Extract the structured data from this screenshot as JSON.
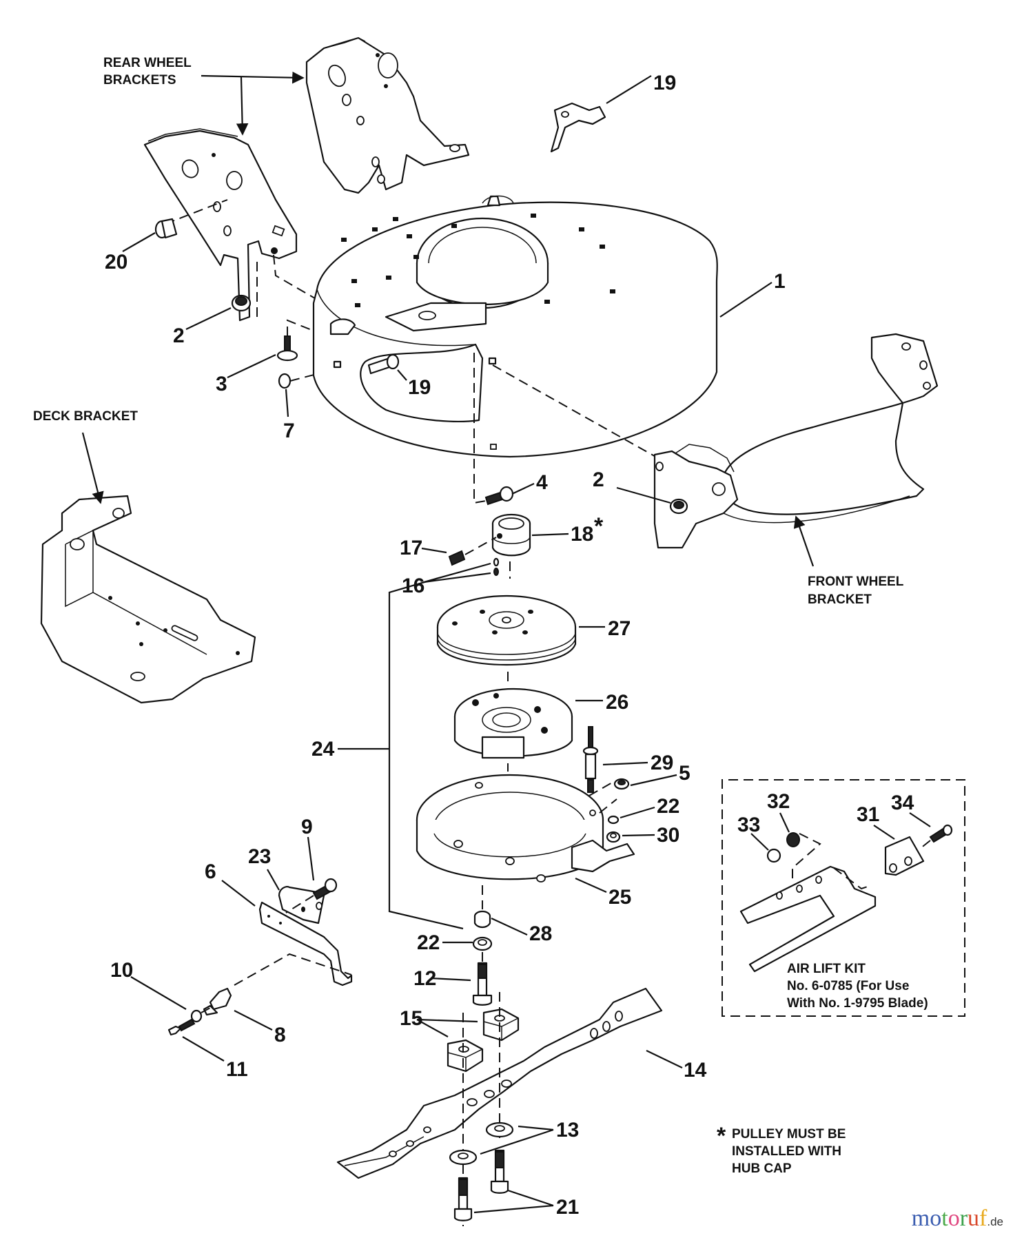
{
  "diagram": {
    "title": "Mower deck exploded parts view",
    "callouts": {
      "rear_wheel_brackets": [
        "REAR WHEEL",
        "BRACKETS"
      ],
      "deck_bracket": "DECK BRACKET",
      "front_wheel_bracket": [
        "FRONT WHEEL",
        "BRACKET"
      ],
      "air_lift_kit": [
        "AIR LIFT KIT",
        "No. 6-0785 (For Use",
        "With No. 1-9795 Blade)"
      ],
      "pulley_note_star": "*",
      "pulley_note": [
        "PULLEY MUST BE",
        "INSTALLED WITH",
        "HUB CAP"
      ]
    },
    "part_numbers": {
      "p1": "1",
      "p2a": "2",
      "p2b": "2",
      "p3": "3",
      "p4": "4",
      "p5": "5",
      "p6": "6",
      "p7": "7",
      "p8": "8",
      "p9": "9",
      "p10": "10",
      "p11": "11",
      "p12": "12",
      "p13": "13",
      "p14": "14",
      "p15": "15",
      "p16": "16",
      "p17": "17",
      "p18": "18",
      "p18_star": "*",
      "p19a": "19",
      "p19b": "19",
      "p20": "20",
      "p21": "21",
      "p22a": "22",
      "p22b": "22",
      "p23": "23",
      "p24": "24",
      "p25": "25",
      "p26": "26",
      "p27": "27",
      "p28": "28",
      "p29": "29",
      "p30": "30",
      "p31": "31",
      "p32": "32",
      "p33": "33",
      "p34": "34"
    }
  },
  "watermark": {
    "letters": [
      "m",
      "o",
      "t",
      "o",
      "r",
      "u",
      "f"
    ],
    "colors": [
      "#3b5db0",
      "#3b5db0",
      "#4caa4a",
      "#e0467f",
      "#3aa14a",
      "#d9482b",
      "#e8a91c"
    ],
    "tld": ".de"
  }
}
